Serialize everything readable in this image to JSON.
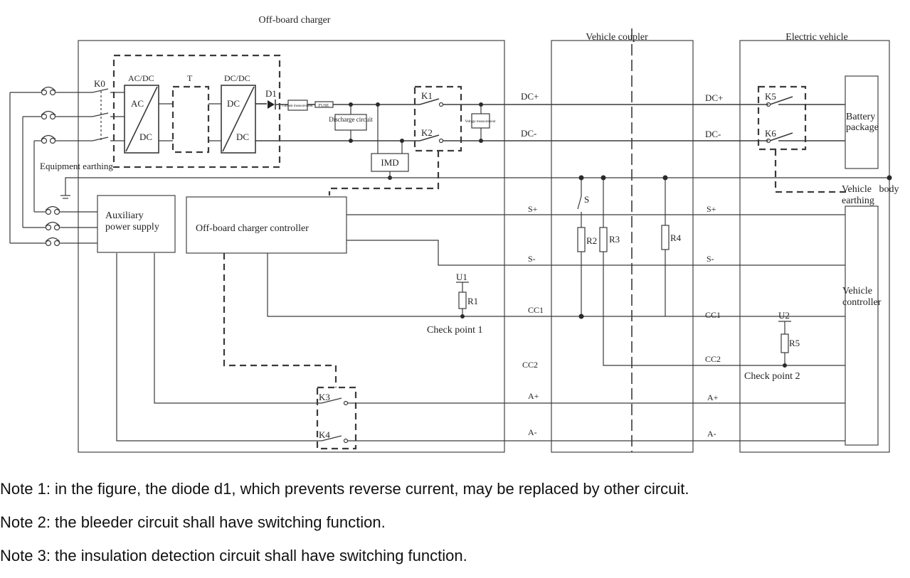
{
  "regions": {
    "off_board_charger": "Off-board charger",
    "vehicle_coupler": "Vehicle coupler",
    "electric_vehicle": "Electric vehicle"
  },
  "converters": {
    "ac_dc": "AC/DC",
    "transformer": "T",
    "dc_dc": "DC/DC",
    "ac": "AC",
    "dc": "DC"
  },
  "components": {
    "k0": "K0",
    "d1": "D1",
    "k1": "K1",
    "k2": "K2",
    "k3": "K3",
    "k4": "K4",
    "k5": "K5",
    "k6": "K6",
    "s": "S",
    "r1": "R1",
    "r2": "R2",
    "r3": "R3",
    "r4": "R4",
    "r5": "R5",
    "u1": "U1",
    "u2": "U2",
    "current_measurement": "Current measurement",
    "fuse": "FUSE",
    "discharge_circuit": "Discharge circuit",
    "voltage_measurement": "Voltage measurement",
    "imd": "IMD"
  },
  "blocks": {
    "equipment_earthing": "Equipment earthing",
    "aux_power": [
      "Auxiliary",
      "power supply"
    ],
    "charger_controller": "Off-board charger controller",
    "battery": [
      "Battery",
      "package"
    ],
    "vehicle_body": [
      "Vehicle   body",
      "earthing"
    ],
    "vehicle_controller": [
      "Vehicle",
      "controller"
    ]
  },
  "lines": {
    "dc_plus": "DC+",
    "dc_minus": "DC-",
    "s_plus": "S+",
    "s_minus": "S-",
    "cc1": "CC1",
    "cc2": "CC2",
    "a_plus": "A+",
    "a_minus": "A-"
  },
  "check_points": {
    "cp1": "Check point 1",
    "cp2": "Check point 2"
  },
  "notes": [
    "Note 1: in the figure, the diode d1, which prevents reverse current, may be replaced by other circuit.",
    "Note 2: the bleeder circuit shall have switching function.",
    "Note 3: the insulation detection circuit shall have switching function."
  ]
}
